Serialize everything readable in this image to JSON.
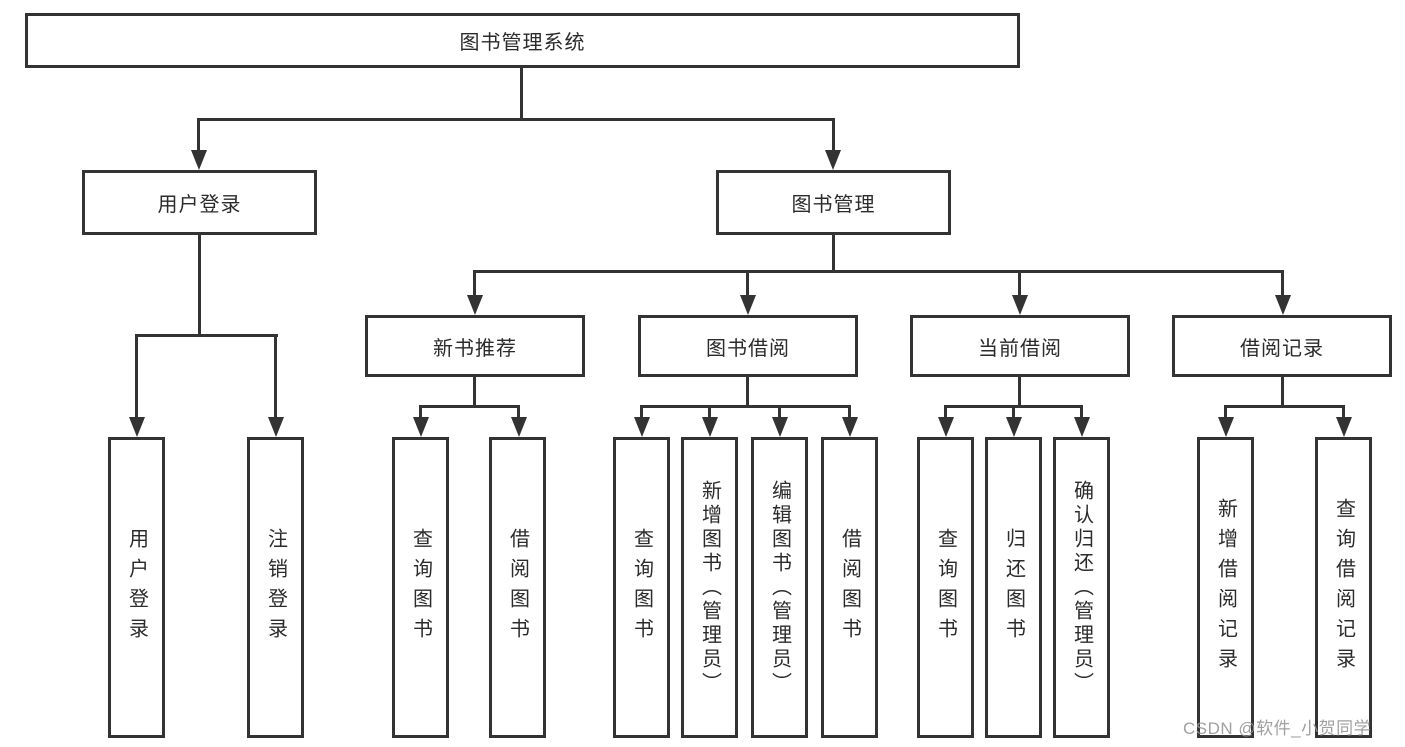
{
  "diagram": {
    "type": "tree-structure-chart",
    "colors": {
      "line": "#333333",
      "box_border": "#333333",
      "text": "#2b2b2b",
      "background": "#ffffff",
      "watermark": "#969696"
    },
    "nodes": {
      "root": {
        "label": "图书管理系统"
      },
      "user_login": {
        "label": "用户登录"
      },
      "book_management": {
        "label": "图书管理"
      },
      "login": {
        "label": "用户登录"
      },
      "logout": {
        "label": "注销登录"
      },
      "new_book_recommend": {
        "label": "新书推荐"
      },
      "book_borrow": {
        "label": "图书借阅"
      },
      "current_borrow": {
        "label": "当前借阅"
      },
      "borrow_records": {
        "label": "借阅记录"
      },
      "rec_query_book": {
        "label": "查询图书"
      },
      "rec_borrow_book": {
        "label": "借阅图书"
      },
      "bb_query_book": {
        "label": "查询图书"
      },
      "bb_add_book": {
        "label": "新增图书（管理员）"
      },
      "bb_edit_book": {
        "label": "编辑图书（管理员）"
      },
      "bb_borrow_book": {
        "label": "借阅图书"
      },
      "cb_query_book": {
        "label": "查询图书"
      },
      "cb_return_book": {
        "label": "归还图书"
      },
      "cb_confirm_return": {
        "label": "确认归还（管理员）"
      },
      "br_add_record": {
        "label": "新增借阅记录"
      },
      "br_query_record": {
        "label": "查询借阅记录"
      }
    },
    "watermark": "CSDN @软件_小贺同学"
  }
}
